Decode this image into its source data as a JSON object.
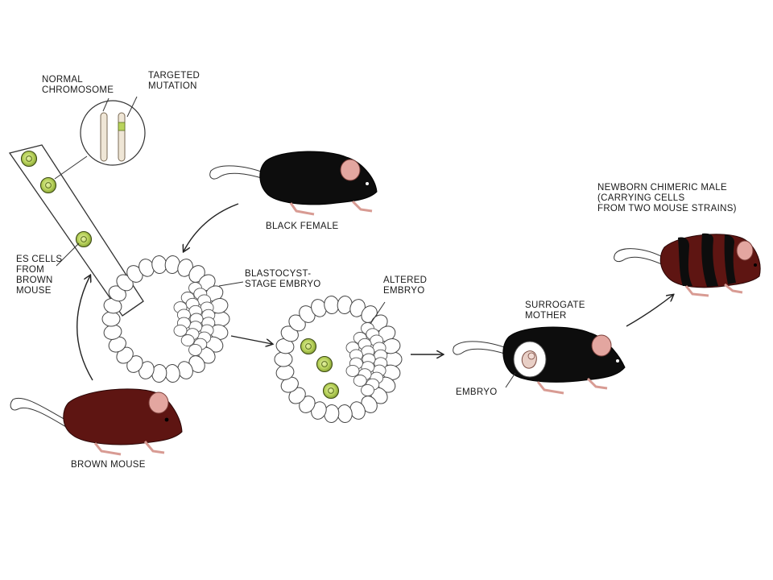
{
  "labels": {
    "normal_chromosome": [
      "NORMAL",
      "CHROMOSOME"
    ],
    "targeted_mutation": [
      "TARGETED",
      "MUTATION"
    ],
    "es_cells": [
      "ES CELLS",
      "FROM",
      "BROWN",
      "MOUSE"
    ],
    "black_female": "BLACK FEMALE",
    "blastocyst": [
      "BLASTOCYST-",
      "STAGE EMBRYO"
    ],
    "altered_embryo": [
      "ALTERED",
      "EMBRYO"
    ],
    "surrogate_mother": [
      "SURROGATE",
      "MOTHER"
    ],
    "embryo": "EMBRYO",
    "newborn": [
      "NEWBORN CHIMERIC MALE",
      "(CARRYING CELLS",
      "FROM TWO MOUSE STRAINS)"
    ],
    "brown_mouse": "BROWN MOUSE"
  },
  "colors": {
    "brown_fur": "#5e1512",
    "black_fur": "#0d0d0d",
    "ear_pink": "#e3a6a0",
    "es_cell": "#b9d35c",
    "outline": "#222222"
  }
}
